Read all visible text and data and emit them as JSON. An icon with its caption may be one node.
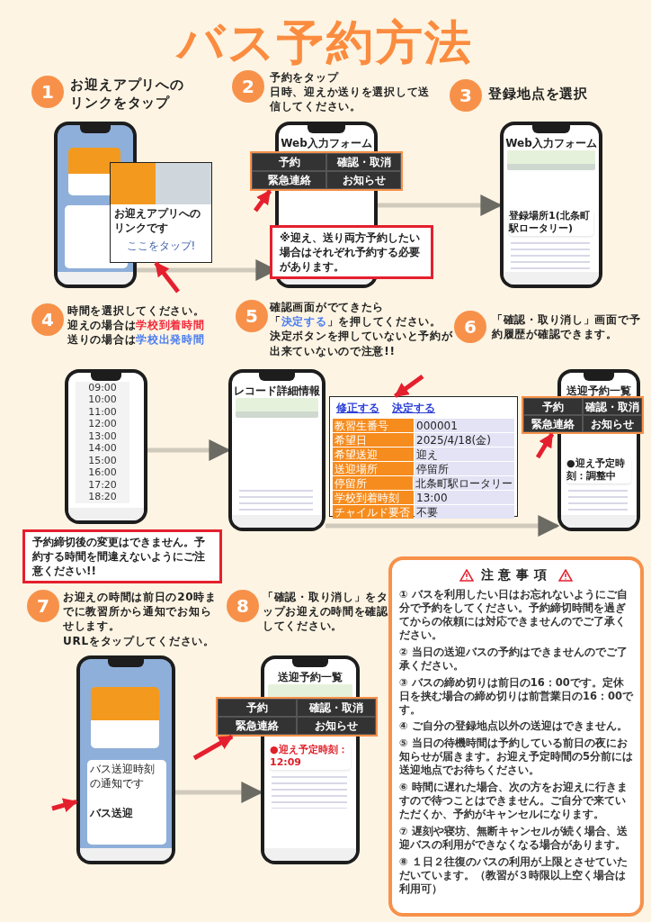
{
  "diagram": {
    "title": "バス予約方法",
    "nodes": [
      {
        "text": [
          "1",
          "お迎えアプリへのリンクをタップ"
        ]
      },
      {
        "text": [],
        "shape": "picture"
      },
      {
        "text": [
          "お迎えアプリへのリンクです",
          "ここをタップ!"
        ]
      },
      {
        "text": [
          "2",
          "予約をタップ",
          "日時、迎えか送りを選択して送信してください。"
        ]
      },
      {
        "text": [
          "Web入力フォーム"
        ]
      },
      {
        "text": [
          "予約",
          "確認・取消",
          "緊急連絡",
          "お知らせ"
        ]
      },
      {
        "text": [
          "※迎え、送り両方予約したい場合はそれぞれ予約する必要があります。"
        ]
      },
      {
        "text": [
          "3",
          "登録地点を選択"
        ]
      },
      {
        "text": [
          "Web入力フォーム",
          "登録場所1(北条町駅ロータリー)"
        ]
      },
      {
        "text": [
          "4",
          "時間を選択してください。",
          "迎えの場合は",
          "学校到着時間",
          "送りの場合は",
          "学校出発時間"
        ]
      },
      {
        "text": [
          "09:00",
          "10:00",
          "11:00",
          "12:00",
          "13:00",
          "14:00",
          "15:00",
          "16:00",
          "17:20",
          "18:20"
        ]
      },
      {
        "text": [
          "予約締切後の変更はできません。予約する時間を間違えないようにご注意ください!!"
        ]
      },
      {
        "text": [
          "5",
          "確認画面がでてきたら",
          "「",
          "決定する",
          "」を押してください。",
          "決定ボタンを押していないと予約が出来ていないので注意!!"
        ]
      },
      {
        "text": [
          "レコード詳細情報"
        ]
      },
      {
        "text": [
          "修正する",
          "決定する",
          "教習生番号",
          "000001",
          "希望日",
          "2025/4/18(金)",
          "希望送迎",
          "迎え",
          "送迎場所",
          "停留所",
          "停留所",
          "北条町駅ロータリー",
          "学校到着時刻",
          "13:00",
          "チャイルド要否",
          "不要"
        ]
      },
      {
        "text": [
          "6",
          "「確認・取り消し」画面で予約履歴が確認できます。"
        ]
      },
      {
        "text": [
          "送迎予約一覧",
          "●迎え予定時刻：調整中"
        ]
      },
      {
        "text": [
          "予約",
          "確認・取消",
          "緊急連絡",
          "お知らせ"
        ]
      },
      {
        "text": [
          "7",
          "お迎えの時間は前日の20時までに教習所から通知でお知らせします。",
          "URLをタップしてください。"
        ]
      },
      {
        "text": [
          "バス送迎時刻の通知です",
          "バス送迎"
        ]
      },
      {
        "text": [
          "8",
          "「確認・取り消し」をタップお迎えの時間を確認してください。"
        ]
      },
      {
        "text": [
          "送迎予約一覧",
          "●迎え予定時刻：12:09"
        ]
      },
      {
        "text": [
          "予約",
          "確認・取消",
          "緊急連絡",
          "お知らせ"
        ]
      },
      {
        "text": [
          "注意事項",
          "① バスを利用したい日はお忘れないようにご自分で予約をしてください。予約締切時間を過ぎてからの依頼には対応できませんのでご了承ください。",
          "② 当日の送迎バスの予約はできませんのでご了承ください。",
          "③ バスの締め切りは前日の16：00です。定休日を挟む場合の締め切りは前営業日の16：00です。",
          "④ ご自分の登録地点以外の送迎はできません。",
          "⑤ 当日の待機時間は予約している前日の夜にお知らせが届きます。お迎え予定時間の5分前には送迎地点でお待ちください。",
          "⑥ 時間に遅れた場合、次の方をお迎えに行きますので待つことはできません。ご自分で来ていただくか、予約がキャンセルになります。",
          "⑦ 遅刻や寝坊、無断キャンセルが続く場合、送迎バスの利用ができなくなる場合があります。",
          "⑧ １日２往復のバスの利用が上限とさせていただいています。（教習が３時限以上空く場合は利用可）"
        ]
      }
    ],
    "edges": [
      {
        "from": 1,
        "to": 4,
        "arrow": "to",
        "color": "#6b6a63"
      },
      {
        "from": 4,
        "to": 8,
        "arrow": "to",
        "color": "#6b6a63"
      },
      {
        "from": 10,
        "to": 13,
        "arrow": "to",
        "color": "#6b6a63"
      },
      {
        "from": 13,
        "to": 16,
        "arrow": "to",
        "color": "#6b6a63"
      },
      {
        "from": 19,
        "to": 21,
        "arrow": "to",
        "color": "#6b6a63"
      },
      {
        "from": null,
        "to": 2,
        "arrow": "to"
      },
      {
        "from": null,
        "to": 5,
        "arrow": "to"
      },
      {
        "from": null,
        "to": 14,
        "arrow": "to"
      },
      {
        "from": null,
        "to": 17,
        "arrow": "to"
      },
      {
        "from": null,
        "to": 19,
        "arrow": "to"
      },
      {
        "from": null,
        "to": 22,
        "arrow": "to"
      }
    ]
  }
}
